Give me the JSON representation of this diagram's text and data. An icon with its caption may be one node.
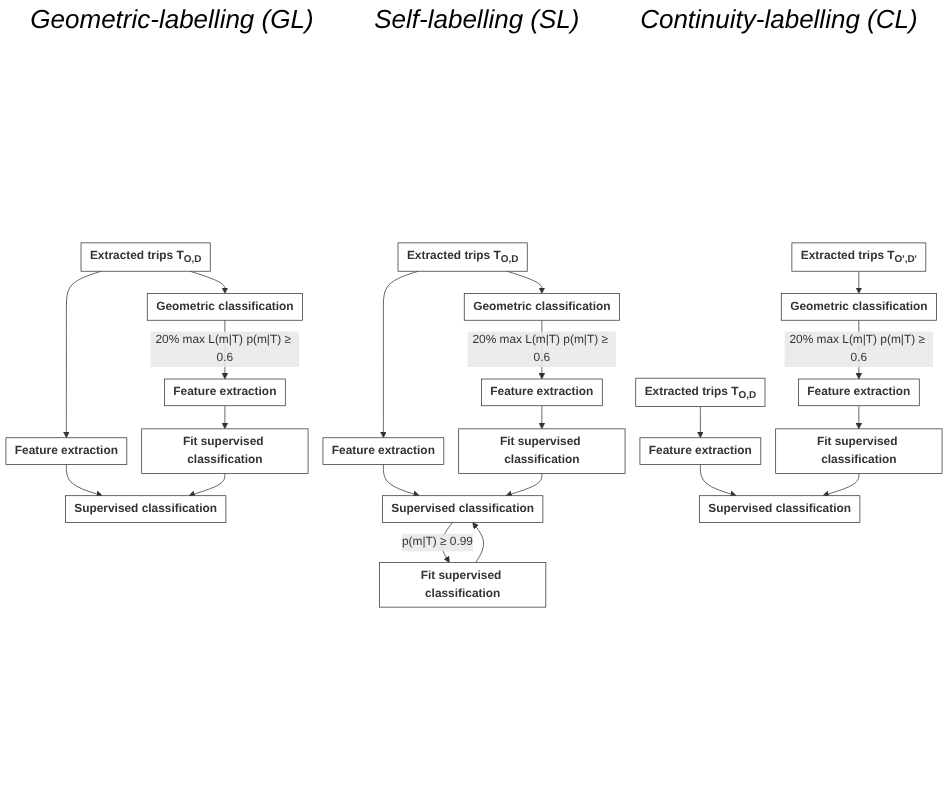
{
  "diagram": {
    "nodes": [
      {
        "text": [
          "Extracted trips T$_{O,D}$"
        ]
      },
      {
        "text": [
          "Geometric classification"
        ]
      },
      {
        "text": [
          "Feature extraction"
        ]
      },
      {
        "text": [
          "Feature extraction"
        ]
      },
      {
        "text": [
          "Fit supervised classification"
        ]
      },
      {
        "text": [
          "Supervised classification"
        ]
      },
      {
        "text": [
          "Extracted trips T$_{O,D}$"
        ]
      },
      {
        "text": [
          "Geometric classification"
        ]
      },
      {
        "text": [
          "Feature extraction"
        ]
      },
      {
        "text": [
          "Feature extraction"
        ]
      },
      {
        "text": [
          "Fit supervised classification"
        ]
      },
      {
        "text": [
          "Supervised classification"
        ]
      },
      {
        "text": [
          "Fit supervised classification"
        ]
      },
      {
        "text": [
          "Extracted trips T$_{O,D}$"
        ]
      },
      {
        "text": [
          "Extracted trips T$_{O',D'}$"
        ]
      },
      {
        "text": [
          "Geometric classification"
        ]
      },
      {
        "text": [
          "Feature extraction"
        ]
      },
      {
        "text": [
          "Feature extraction"
        ]
      },
      {
        "text": [
          "Fit supervised classification"
        ]
      },
      {
        "text": [
          "Supervised classification"
        ]
      }
    ],
    "edges": [
      {
        "from": 0,
        "to": 2,
        "arrow": "to"
      },
      {
        "from": 0,
        "to": 1,
        "arrow": "to"
      },
      {
        "from": 1,
        "to": 3,
        "arrow": "to",
        "label": "20% max L(m|T) p(m|T) ≥ 0.6"
      },
      {
        "from": 3,
        "to": 4,
        "arrow": "to"
      },
      {
        "from": 2,
        "to": 5,
        "arrow": "to"
      },
      {
        "from": 4,
        "to": 5,
        "arrow": "to"
      },
      {
        "from": 6,
        "to": 8,
        "arrow": "to"
      },
      {
        "from": 6,
        "to": 7,
        "arrow": "to"
      },
      {
        "from": 7,
        "to": 9,
        "arrow": "to",
        "label": "20% max L(m|T) p(m|T) ≥ 0.6"
      },
      {
        "from": 9,
        "to": 10,
        "arrow": "to"
      },
      {
        "from": 8,
        "to": 11,
        "arrow": "to"
      },
      {
        "from": 10,
        "to": 11,
        "arrow": "to"
      },
      {
        "from": 11,
        "to": 12,
        "arrow": "to",
        "label": "p(m|T) ≥ 0.99"
      },
      {
        "from": 12,
        "to": 11,
        "arrow": "to"
      },
      {
        "from": 13,
        "to": 16,
        "arrow": "to"
      },
      {
        "from": 14,
        "to": 15,
        "arrow": "to"
      },
      {
        "from": 15,
        "to": 17,
        "arrow": "to",
        "label": "20% max L(m|T) p(m|T) ≥ 0.6"
      },
      {
        "from": 17,
        "to": 18,
        "arrow": "to"
      },
      {
        "from": 16,
        "to": 19,
        "arrow": "to"
      },
      {
        "from": 18,
        "to": 19,
        "arrow": "to"
      }
    ],
    "labels": [
      "Geometric-labelling (GL)",
      "Self-labelling (SL)",
      "Continuity-labelling (CL)"
    ]
  }
}
